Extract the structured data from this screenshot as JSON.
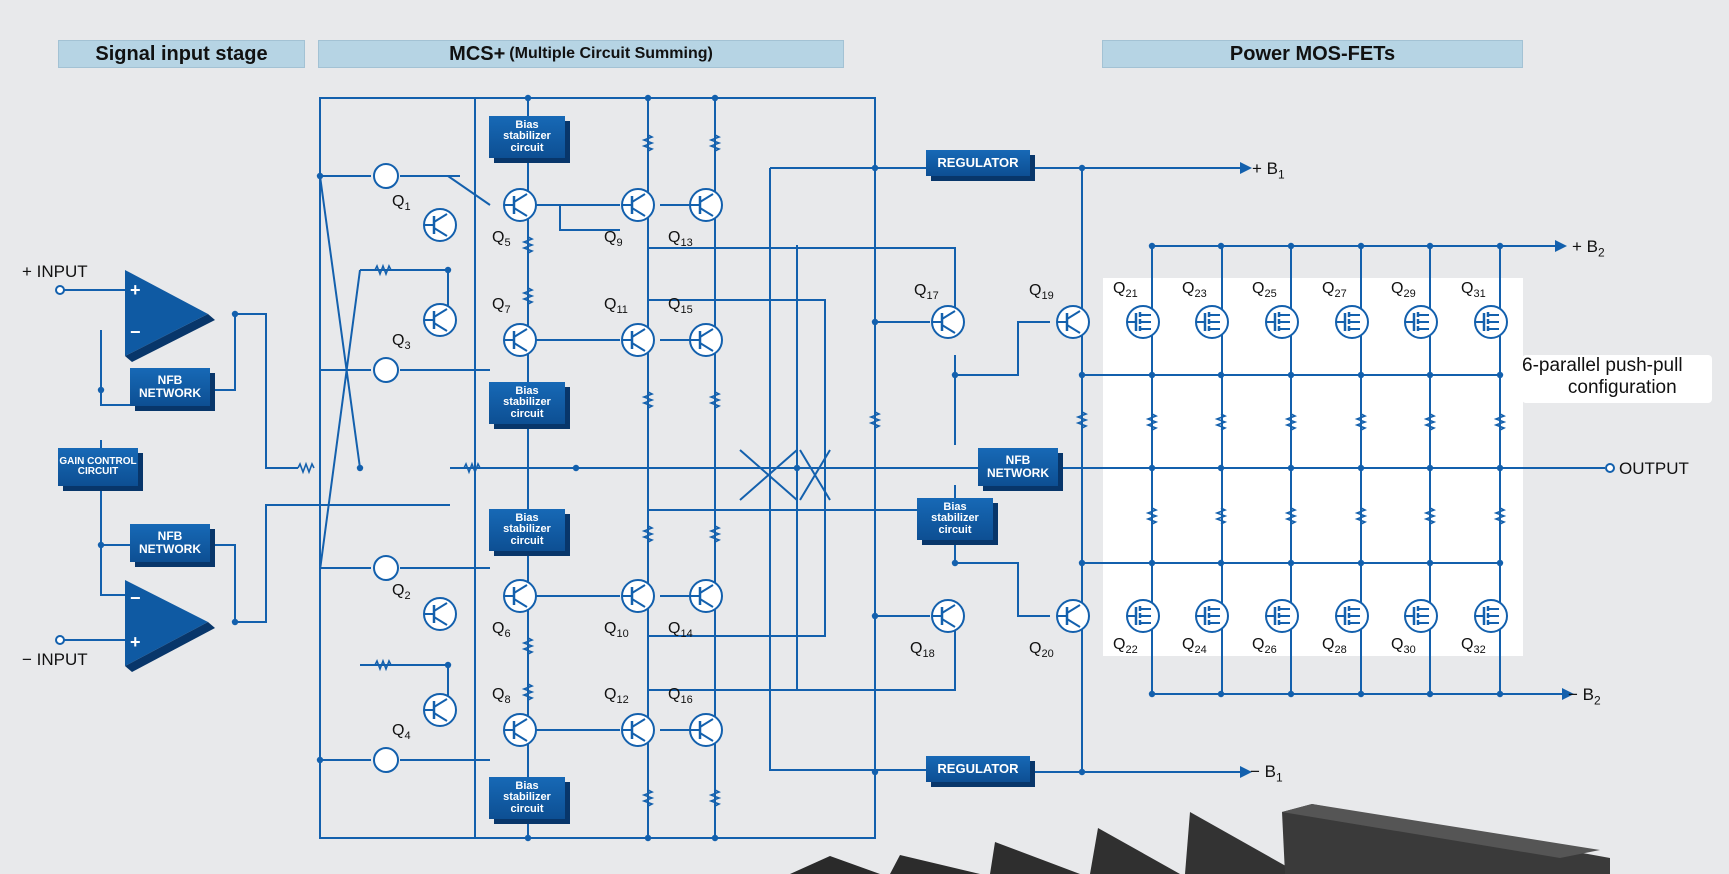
{
  "headers": {
    "signal_input": "Signal input stage",
    "mcs_main": "MCS+",
    "mcs_sub": "(Multiple Circuit Summing)",
    "power": "Power MOS-FETs"
  },
  "blocks": {
    "bias_line1": "Bias",
    "bias_line2": "stabilizer",
    "bias_line3": "circuit",
    "nfb_line1": "NFB",
    "nfb_line2": "NETWORK",
    "gain_line1": "GAIN CONTROL",
    "gain_line2": "CIRCUIT",
    "regulator": "REGULATOR"
  },
  "io": {
    "plus_input": "+ INPUT",
    "minus_input": "− INPUT",
    "output": "OUTPUT",
    "plus_b1": "+ B",
    "minus_b1": "− B",
    "plus_b2": "+ B",
    "minus_b2": "− B",
    "b1_sub": "1",
    "b2_sub": "2"
  },
  "config_note": {
    "line1": "6-parallel push-pull",
    "line2": "configuration"
  },
  "transistors": {
    "q1": "1",
    "q2": "2",
    "q3": "3",
    "q4": "4",
    "q5": "5",
    "q6": "6",
    "q7": "7",
    "q8": "8",
    "q9": "9",
    "q10": "10",
    "q11": "11",
    "q12": "12",
    "q13": "13",
    "q14": "14",
    "q15": "15",
    "q16": "16",
    "q17": "17",
    "q18": "18",
    "q19": "19",
    "q20": "20",
    "q21": "21",
    "q22": "22",
    "q23": "23",
    "q24": "24",
    "q25": "25",
    "q26": "26",
    "q27": "27",
    "q28": "28",
    "q29": "29",
    "q30": "30",
    "q31": "31",
    "q32": "32",
    "prefix": "Q"
  },
  "colors": {
    "wire": "#1360ad",
    "block": "#0f5aa3",
    "block_shadow": "#08366a",
    "header_bg": "#b6d4e4",
    "page_bg": "#e8e9eb",
    "mosfet_area": "#ffffff"
  }
}
